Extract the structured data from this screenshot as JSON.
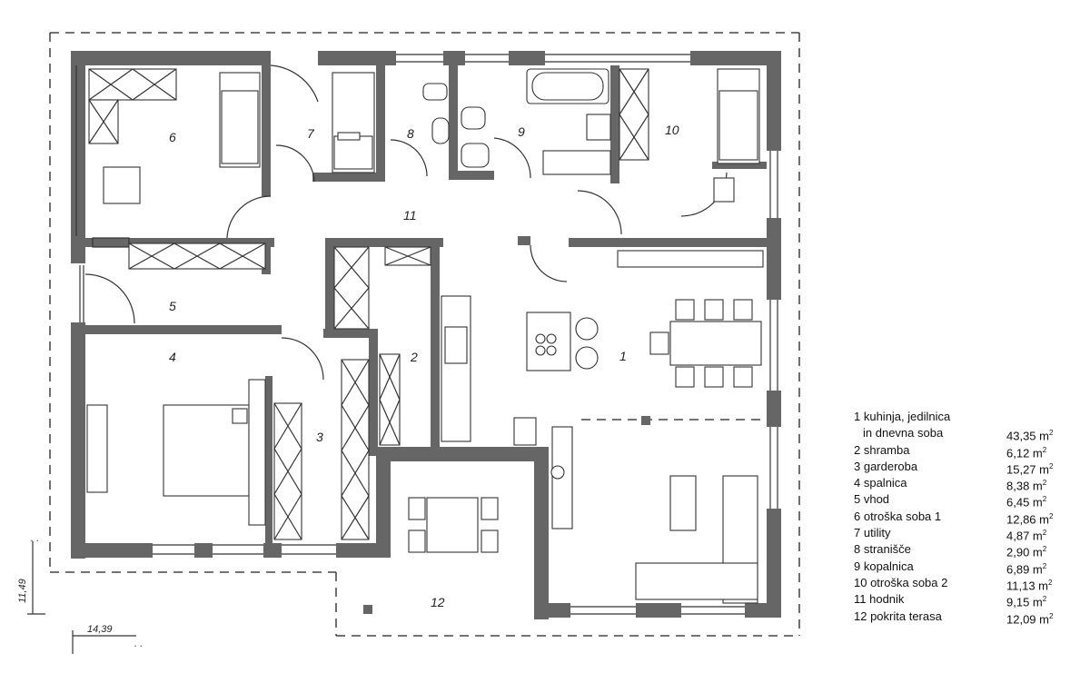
{
  "plan": {
    "rooms": [
      {
        "num": "1"
      },
      {
        "num": "2"
      },
      {
        "num": "3"
      },
      {
        "num": "4"
      },
      {
        "num": "5"
      },
      {
        "num": "6"
      },
      {
        "num": "7"
      },
      {
        "num": "8"
      },
      {
        "num": "9"
      },
      {
        "num": "10"
      },
      {
        "num": "11"
      },
      {
        "num": "12"
      }
    ],
    "dimensions": {
      "width": "14,39",
      "height": "11,49"
    }
  },
  "legend": {
    "unit_base": "m",
    "unit_exp": "2",
    "rows": [
      {
        "name": "1 kuhinja, jedilnica",
        "area": ""
      },
      {
        "name": "in dnevna soba",
        "area": "43,35 m"
      },
      {
        "name": "2 shramba",
        "area": "6,12 m"
      },
      {
        "name": "3 garderoba",
        "area": "15,27 m"
      },
      {
        "name": "4 spalnica",
        "area": "8,38 m"
      },
      {
        "name": "5 vhod",
        "area": "6,45 m"
      },
      {
        "name": "6 otroška soba 1",
        "area": "12,86 m"
      },
      {
        "name": "7 utility",
        "area": "4,87 m"
      },
      {
        "name": "8 stranišče",
        "area": "2,90 m"
      },
      {
        "name": "9 kopalnica",
        "area": "6,89 m"
      },
      {
        "name": "10 otroška soba 2",
        "area": "11,13 m"
      },
      {
        "name": "11 hodnik",
        "area": "9,15 m"
      },
      {
        "name": "12 pokrita terasa",
        "area": "12,09 m"
      }
    ]
  }
}
